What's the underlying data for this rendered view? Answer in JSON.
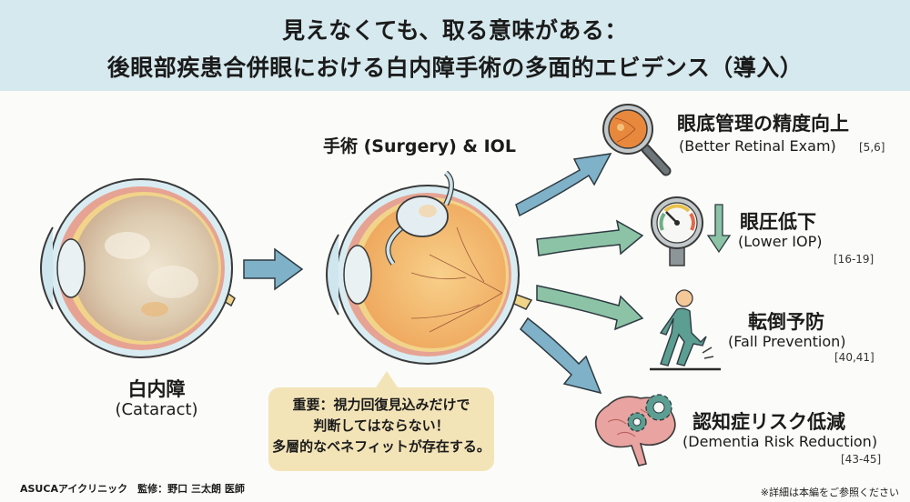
{
  "header": {
    "title_line1": "見えなくても、取る意味がある：",
    "title_line2": "後眼部疾患合併眼における白内障手術の多面的エビデンス（導入）",
    "background_color": "#d6e9ee"
  },
  "left_stage": {
    "label_ja": "白内障",
    "label_en": "(Cataract)",
    "icon": "cataract-eye-illustration"
  },
  "middle_stage": {
    "label": "手術 (Surgery) & IOL",
    "icon": "eye-with-iol-illustration"
  },
  "benefits": [
    {
      "title": "眼底管理の精度向上",
      "subtitle": "(Better Retinal Exam)",
      "refs": "[5,6]",
      "icon": "magnifier-retina-icon",
      "arrow_color": "#7fb1c8"
    },
    {
      "title": "眼圧低下",
      "subtitle": "(Lower IOP)",
      "refs": "[16-19]",
      "icon": "pressure-gauge-icon",
      "arrow_color": "#8cc3a6"
    },
    {
      "title": "転倒予防",
      "subtitle": "(Fall Prevention)",
      "refs": "[40,41]",
      "icon": "walking-person-icon",
      "arrow_color": "#8cc3a6"
    },
    {
      "title": "認知症リスク低減",
      "subtitle": "(Dementia Risk Reduction)",
      "refs": "[43-45]",
      "icon": "brain-gears-icon",
      "arrow_color": "#7fb1c8"
    }
  ],
  "callout": {
    "line1": "重要：視力回復見込みだけで",
    "line2": "判断してはならない！",
    "line3": "多層的なベネフィットが存在する。",
    "background_color": "#f3e4b8"
  },
  "footer": {
    "left": "ASUCAアイクリニック　監修：野口 三太朗 医師",
    "right": "※詳細は本編をご参照ください"
  }
}
